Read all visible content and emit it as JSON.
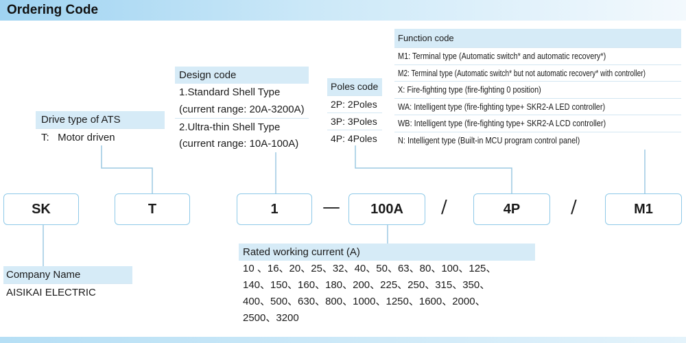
{
  "header": {
    "title": "Ordering Code"
  },
  "codes": {
    "company": "SK",
    "drive": "T",
    "design": "1",
    "dash": "—",
    "current": "100A",
    "slash1": "/",
    "poles": "4P",
    "slash2": "/",
    "function": "M1"
  },
  "panels": {
    "function": {
      "title": "Function code",
      "items": [
        "M1: Terminal type (Automatic switch* and automatic recovery*)",
        "M2: Terminal type  (Automatic switch* but not automatic recovery* with controller)",
        "X: Fire-fighting type (fire-fighting 0 position)",
        "WA: Intelligent type (fire-fighting type+ SKR2-A LED controller)",
        "WB: Intelligent type (fire-fighting type+ SKR2-A LCD controller)",
        "N: Intelligent type (Built-in MCU program control panel)"
      ]
    },
    "design": {
      "title": "Design code",
      "items": [
        "1.Standard Shell Type",
        "(current range: 20A-3200A)",
        "2.Ultra-thin Shell Type",
        "(current range: 10A-100A)"
      ]
    },
    "poles": {
      "title": "Poles code",
      "items": [
        "2P: 2Poles",
        "3P: 3Poles",
        "4P: 4Poles"
      ]
    },
    "drive": {
      "title": "Drive type of ATS",
      "items": [
        "T:   Motor driven"
      ]
    },
    "company": {
      "title": "Company Name",
      "items": [
        "AISIKAI ELECTRIC"
      ]
    },
    "current": {
      "title": "Rated working current (A)",
      "items": [
        "10 、16、20、25、32、40、50、63、80、100、125、",
        "140、150、160、180、200、225、250、315、350、",
        "400、500、630、800、1000、1250、1600、2000、",
        "2500、3200"
      ]
    }
  },
  "colors": {
    "accent": "#8ec9e8",
    "panel_header": "#d6ebf7",
    "header_gradient_start": "#9fd3f1"
  }
}
